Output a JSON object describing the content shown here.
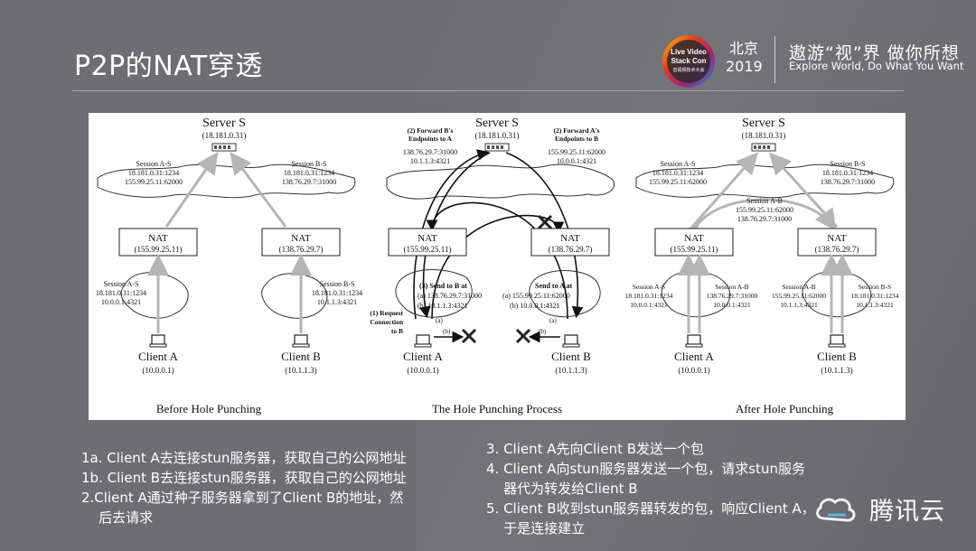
{
  "slide": {
    "title": "P2P的NAT穿透",
    "header": {
      "logo_text": [
        "Live Video",
        "Stack Con",
        "音视频技术大会"
      ],
      "city": "北京",
      "year": "2019",
      "slogan_cn": "遨游“视”界 做你所想",
      "slogan_en": "Explore World, Do What You Want"
    },
    "colors": {
      "background": "#6e6e72",
      "text": "#ffffff",
      "figure_bg": "#ffffff"
    },
    "brand": {
      "name": "腾讯云",
      "icon": "tencent-cloud-logo-icon"
    },
    "notes_left": [
      "1a. Client A去连接stun服务器，获取自己的公网地址",
      "1b. Client B去连接stun服务器，获取自己的公网地址",
      "2.Client A通过种子服务器拿到了Client B的地址，然",
      "    后去请求"
    ],
    "notes_right": [
      "3. Client A先向Client B发送一个包",
      "4. Client A向stun服务器发送一个包，请求stun服务",
      "    器代为转发给Client B",
      "5. Client B收到stun服务器转发的包，响应Client A，",
      "    于是连接建立"
    ]
  },
  "figure": {
    "panels": [
      {
        "caption": "Before Hole Punching",
        "server_label": "Server S",
        "server_ip": "(18.181.0.31)",
        "nat_a": {
          "label": "NAT",
          "ip": "(155.99.25.11)"
        },
        "nat_b": {
          "label": "NAT",
          "ip": "(138.76.29.7)"
        },
        "client_a": {
          "label": "Client A",
          "ip": "(10.0.0.1)"
        },
        "client_b": {
          "label": "Client B",
          "ip": "(10.1.1.3)"
        },
        "top_a": [
          "Session A-S",
          "18.181.0.31:1234",
          "155.99.25.11:62000"
        ],
        "top_b": [
          "Session B-S",
          "18.181.0.31:1234",
          "138.76.29.7:31000"
        ],
        "bot_a": [
          "Session A-S",
          "18.181.0.31:1234",
          "10.0.0.1:4321"
        ],
        "bot_b": [
          "Session B-S",
          "18.181.0.31:1234",
          "10.1.1.3:4321"
        ]
      },
      {
        "caption": "The Hole Punching Process",
        "server_label": "Server S",
        "server_ip": "(18.181.0.31)",
        "nat_a": {
          "label": "NAT",
          "ip": "(155.99.25.11)"
        },
        "nat_b": {
          "label": "NAT",
          "ip": "(138.76.29.7)"
        },
        "client_a": {
          "label": "Client A",
          "ip": "(10.0.0.1)"
        },
        "client_b": {
          "label": "Client B",
          "ip": "(10.1.1.3)"
        },
        "fwd_b": [
          "(2) Forward B's",
          "Endpoints to A",
          "138.76.29.7:31000",
          "10.1.1.3:4321"
        ],
        "fwd_a": [
          "(2) Forward A's",
          "Endpoints to B",
          "155.99.25.11:62000",
          "10.0.0.1:4321"
        ],
        "send_b": [
          "(3) Send to B at",
          "(a) 138.76.29.7:31000",
          "(b) 10.1.1.3:4321"
        ],
        "send_a": [
          "Send to A at",
          "(a) 155.99.25.11:62000",
          "(b) 10.0.0.1:4321"
        ],
        "request": [
          "(1) Request",
          "Connection",
          "to B"
        ],
        "mark_a": "(a)",
        "mark_b": "(b)"
      },
      {
        "caption": "After Hole Punching",
        "server_label": "Server S",
        "server_ip": "(18.181.0.31)",
        "nat_a": {
          "label": "NAT",
          "ip": "(155.99.25.11)"
        },
        "nat_b": {
          "label": "NAT",
          "ip": "(138.76.29.7)"
        },
        "client_a": {
          "label": "Client A",
          "ip": "(10.0.0.1)"
        },
        "client_b": {
          "label": "Client B",
          "ip": "(10.1.1.3)"
        },
        "top_a": [
          "Session A-S",
          "18.181.0.31:1234",
          "155.99.25.11:62000"
        ],
        "top_b": [
          "Session B-S",
          "18.181.0.31:1234",
          "138.76.29.7:31000"
        ],
        "mid": [
          "Session A-B",
          "155.99.25.11:62000",
          "138.76.29.7:31000"
        ],
        "bot_a1": [
          "Session A-S",
          "18.181.0.31:1234",
          "10.0.0.1:4321"
        ],
        "bot_a2": [
          "Session A-B",
          "138.76.29.7:31000",
          "10.0.0.1:4321"
        ],
        "bot_b1": [
          "Session A-B",
          "155.99.25.11:62000",
          "10.1.1.3:4321"
        ],
        "bot_b2": [
          "Session B-S",
          "18.181.0.31:1234",
          "10.1.1.3:4321"
        ]
      }
    ]
  }
}
